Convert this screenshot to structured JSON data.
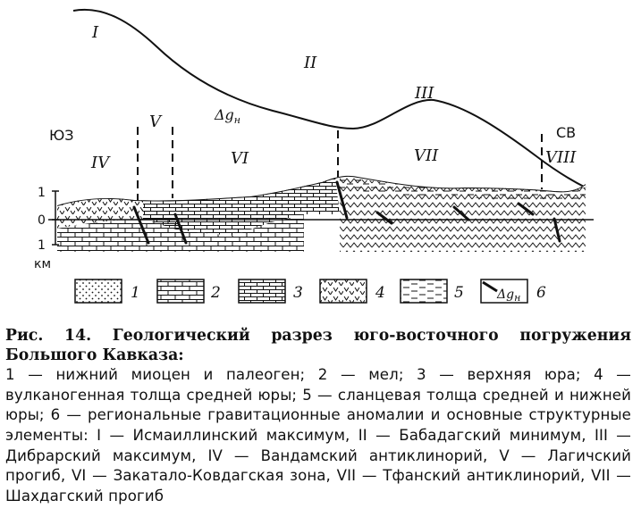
{
  "figure": {
    "zone_labels": [
      "I",
      "II",
      "III",
      "IV",
      "V",
      "VI",
      "VII",
      "VIII"
    ],
    "side_labels": {
      "southwest": "ЮЗ",
      "northeast": "СВ"
    },
    "gravity_label": "Δg",
    "gravity_label_subscript": "н",
    "depth_axis": {
      "ticks": [
        "1",
        "0",
        "1"
      ],
      "unit": "км"
    },
    "legend": [
      {
        "number": "1",
        "pattern": "dots"
      },
      {
        "number": "2",
        "pattern": "chalk-bricks"
      },
      {
        "number": "3",
        "pattern": "limestone-bricks"
      },
      {
        "number": "4",
        "pattern": "volcanic-v"
      },
      {
        "number": "5",
        "pattern": "shale-dashes"
      },
      {
        "number": "6",
        "pattern": "gravity-line",
        "label": "Δg",
        "label_subscript": "н"
      }
    ]
  },
  "caption": {
    "title": "Рис. 14. Геологический разрез юго-восточного погружения Большого Кавказа:",
    "body": "1 — нижний миоцен и палеоген; 2 — мел; 3 — верхняя юра; 4 — вулканогенная толща средней юры; 5 — сланцевая толща средней и нижней юры; 6 — региональные гравитационные аномалии и основные структурные элементы: I — Исмаиллинский максимум, II — Бабадагский минимум, III — Дибрарский максимум, IV — Вандамский антиклинорий, V — Лагичский прогиб, VI — Закатало-Ковдагская зона, VII — Тфанский антиклинорий, VII — Шахдагский прогиб"
  }
}
